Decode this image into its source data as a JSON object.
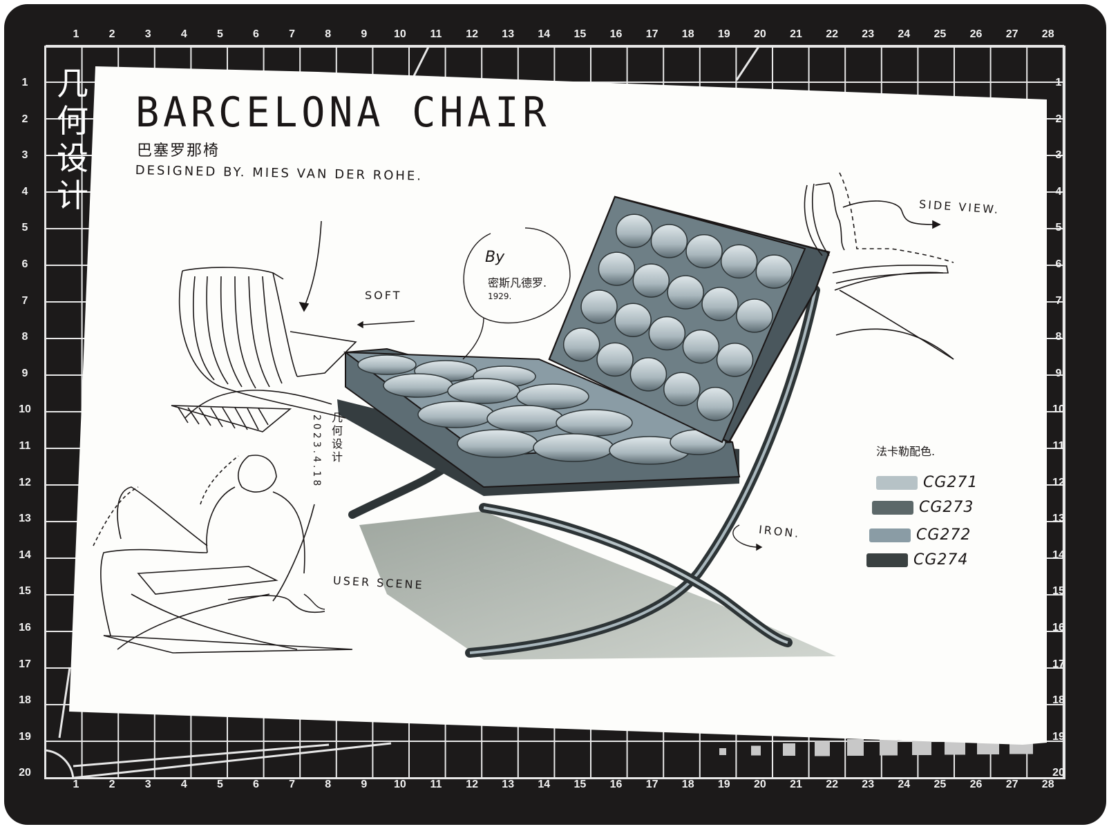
{
  "mat": {
    "brand_text": [
      "几",
      "何",
      "设",
      "计"
    ],
    "top_ruler": [
      "1",
      "2",
      "3",
      "4",
      "5",
      "6",
      "7",
      "8",
      "9",
      "10",
      "11",
      "12",
      "13",
      "14",
      "15",
      "16",
      "17",
      "18",
      "19",
      "20",
      "21",
      "22",
      "23",
      "24",
      "25",
      "26",
      "27",
      "28"
    ],
    "bottom_ruler": [
      "1",
      "2",
      "3",
      "4",
      "5",
      "6",
      "7",
      "8",
      "9",
      "10",
      "11",
      "12",
      "13",
      "14",
      "15",
      "16",
      "17",
      "18",
      "19",
      "20",
      "21",
      "22",
      "23",
      "24",
      "25",
      "26",
      "27",
      "28"
    ],
    "left_ruler": [
      "1",
      "2",
      "3",
      "4",
      "5",
      "6",
      "7",
      "8",
      "9",
      "10",
      "11",
      "12",
      "13",
      "14",
      "15",
      "16",
      "17",
      "18",
      "19",
      "20"
    ],
    "right_ruler": [
      "1",
      "2",
      "3",
      "4",
      "5",
      "6",
      "7",
      "8",
      "9",
      "10",
      "11",
      "12",
      "13",
      "14",
      "15",
      "16",
      "17",
      "18",
      "19",
      "20"
    ],
    "colors": {
      "mat": "#1c1a1a",
      "grid": "#e8e8e8",
      "paper": "#fdfdfb"
    }
  },
  "sketch": {
    "title": "BARCELONA CHAIR",
    "subtitle_cn": "巴塞罗那椅",
    "designer_line": "DESIGNED BY. MIES VAN DER ROHE.",
    "annotations": {
      "soft": "SOFT",
      "side_view": "SIDE VIEW.",
      "iron": "IRON.",
      "user_scene": "USER SCENE",
      "bubble_by": "By",
      "bubble_name": "密斯凡德罗.",
      "bubble_year": "1929.",
      "vertical_date": "2023.4.18",
      "vertical_brand": "几何设计"
    },
    "palette": {
      "heading": "法卡勒配色.",
      "swatches": [
        {
          "code": "CG271",
          "color": "#b6c2c6"
        },
        {
          "code": "CG273",
          "color": "#5c6869"
        },
        {
          "code": "CG272",
          "color": "#8a9ca5"
        },
        {
          "code": "CG274",
          "color": "#3a4141"
        }
      ]
    },
    "colors": {
      "ink": "#1a1616",
      "cushion_light": "#c9d4d8",
      "cushion_mid": "#7d8d94",
      "cushion_dark": "#3d4a50",
      "shadow": "#9aa39a"
    }
  }
}
